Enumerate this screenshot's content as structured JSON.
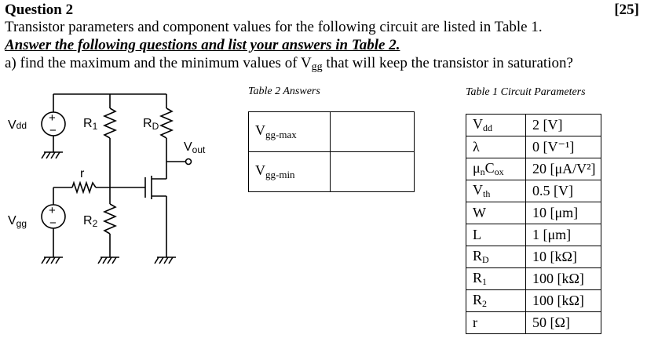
{
  "question": {
    "title": "Question 2",
    "marks": "[25]",
    "intro": "Transistor parameters and component values for the following circuit are listed in Table 1.",
    "instruction": "Answer the following questions and list your answers in Table 2.",
    "part_a": {
      "prefix": "a)  find the maximum and the minimum values of V",
      "sub": "gg",
      "suffix": " that will keep the transistor in saturation?"
    }
  },
  "circuit": {
    "vdd_label": "V",
    "vdd_sub": "dd",
    "vgg_label": "V",
    "vgg_sub": "gg",
    "r1_label": "R",
    "r1_sub": "1",
    "rd_label": "R",
    "rd_sub": "D",
    "r2_label": "R",
    "r2_sub": "2",
    "r_label": "r",
    "vout_label": "V",
    "vout_sub": "out",
    "plus_symbol": "+",
    "minus_symbol": "−"
  },
  "table2": {
    "caption": "Table 2 Answers",
    "rows": [
      {
        "main": "V",
        "sub": "gg-max",
        "answer": ""
      },
      {
        "main": "V",
        "sub": "gg-min",
        "answer": ""
      }
    ]
  },
  "table1": {
    "caption": "Table 1 Circuit Parameters",
    "rows": [
      {
        "main": "V",
        "sub": "dd",
        "value": "2 [V]"
      },
      {
        "main": "λ",
        "sub": "",
        "value": "0 [V⁻¹]"
      },
      {
        "main": "μ",
        "sub": "n",
        "tail": "C",
        "tail_sub": "ox",
        "value": "20 [μA/V²]"
      },
      {
        "main": "V",
        "sub": "th",
        "value": "0.5 [V]"
      },
      {
        "main": "W",
        "sub": "",
        "value": "10 [μm]"
      },
      {
        "main": "L",
        "sub": "",
        "value": "1 [μm]"
      },
      {
        "main": "R",
        "sub": "D",
        "value": "10 [kΩ]"
      },
      {
        "main": "R",
        "sub": "1",
        "value": "100 [kΩ]"
      },
      {
        "main": "R",
        "sub": "2",
        "value": "100 [kΩ]"
      },
      {
        "main": "r",
        "sub": "",
        "value": "50 [Ω]"
      }
    ]
  },
  "colors": {
    "ink": "#000000",
    "background": "#ffffff"
  }
}
